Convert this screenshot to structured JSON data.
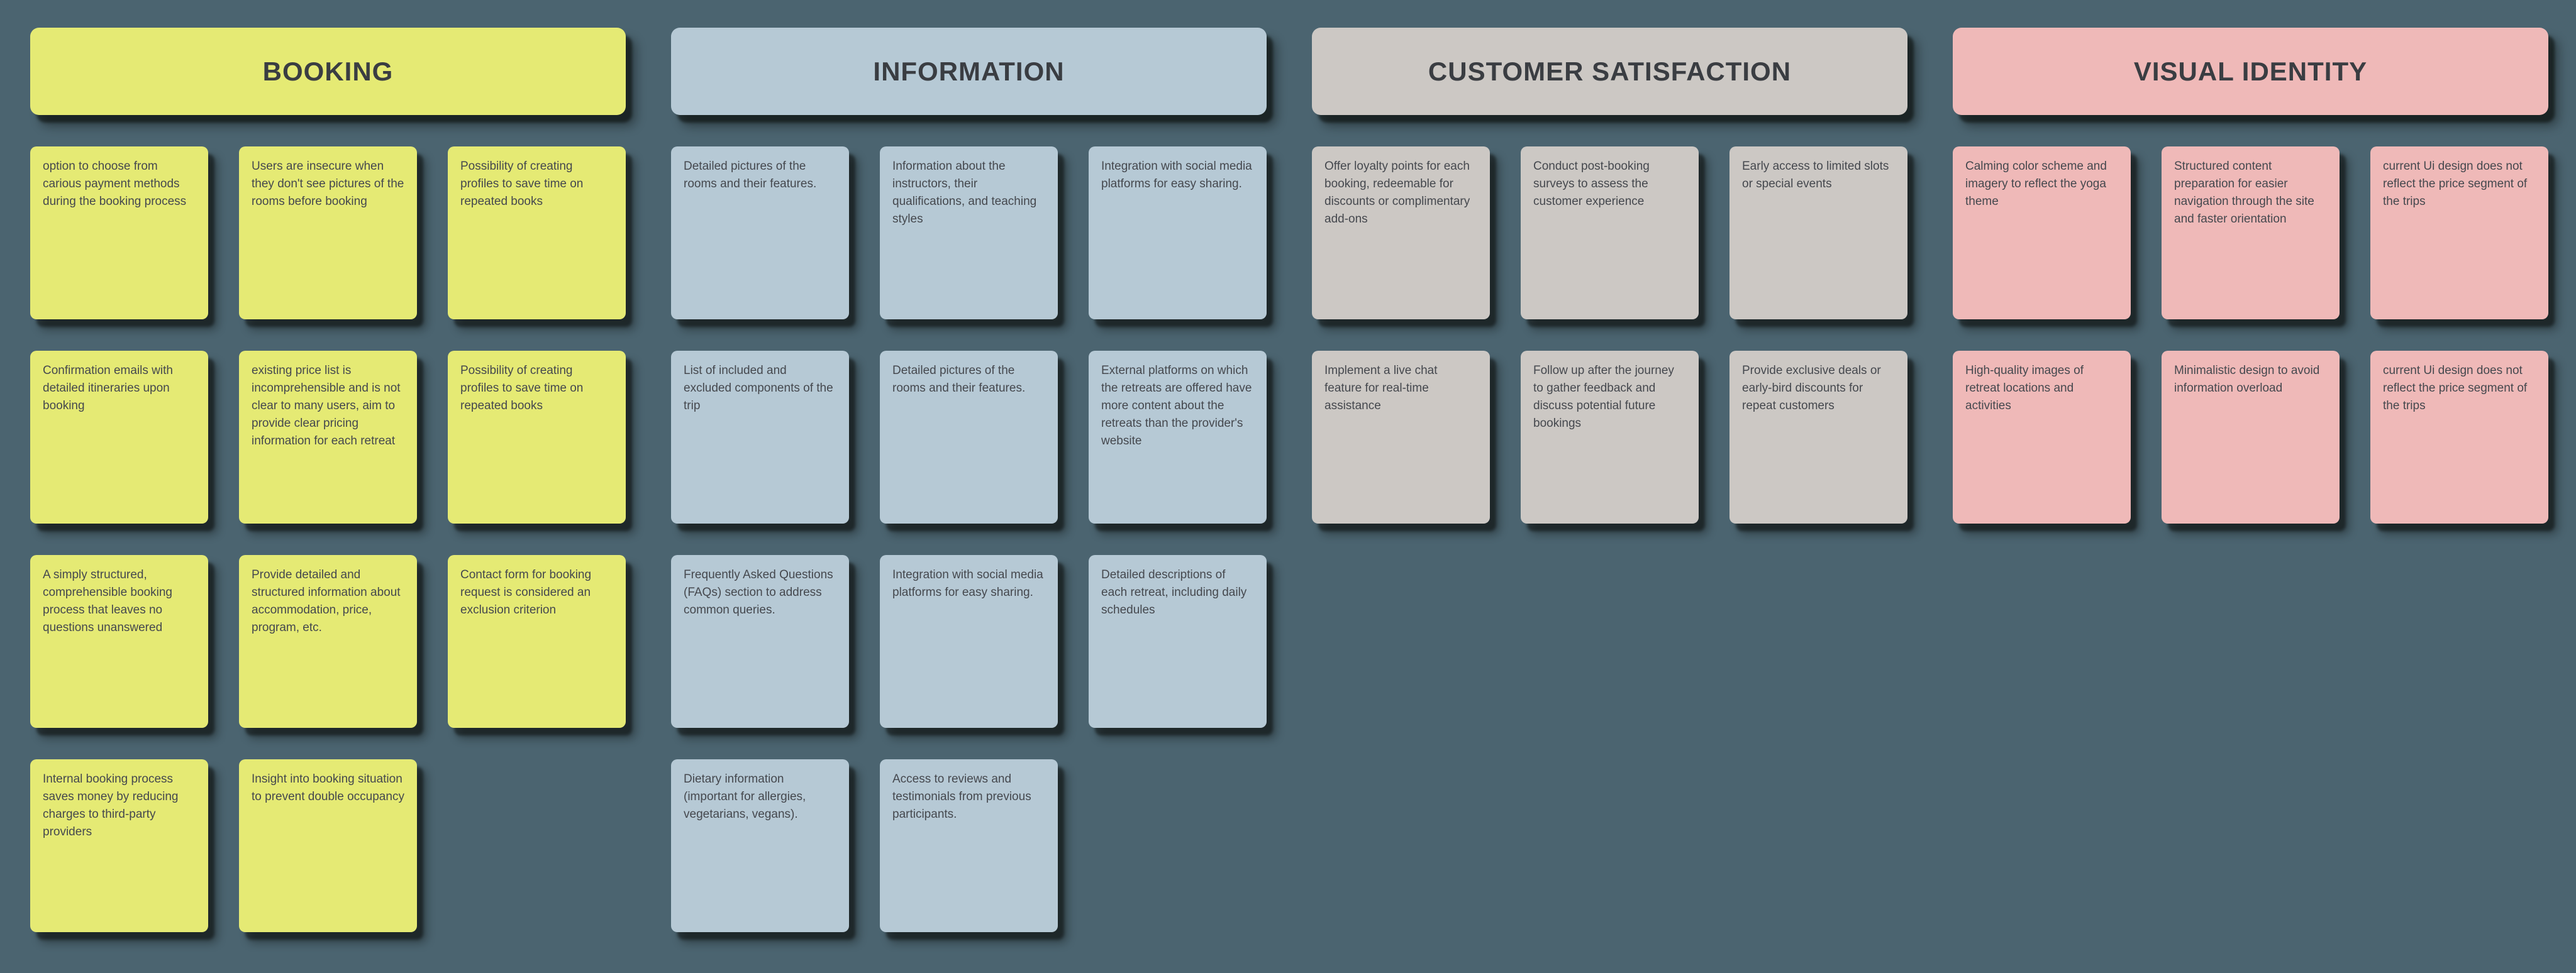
{
  "board": {
    "background_color": "#4b6470",
    "note_text_color": "#45484e",
    "title_text_color": "#3a3d42",
    "groups": [
      {
        "id": "booking",
        "title": "BOOKING",
        "color": "#e5ea74",
        "notes": [
          "option to choose from carious payment methods during the booking process",
          "Users are insecure when they don't see pictures of the rooms before booking",
          "Possibility of creating profiles to save time on repeated books",
          "Confirmation emails with detailed itineraries upon booking",
          "existing price list is incomprehensible and is not clear to many users, aim to provide clear pricing information for each retreat",
          "Possibility of creating profiles to save time on repeated books",
          "A simply structured, comprehensible booking process that leaves no questions unanswered",
          "Provide detailed and structured information about accommodation, price, program, etc.",
          "Contact form for booking request is considered an exclusion criterion",
          "Internal booking process saves money by reducing charges to third-party providers",
          "Insight into booking situation to prevent double occupancy"
        ]
      },
      {
        "id": "information",
        "title": "INFORMATION",
        "color": "#b6c9d5",
        "notes": [
          "Detailed pictures of the rooms and their features.",
          "Information about the instructors, their qualifications, and teaching styles",
          "Integration with social media platforms for easy sharing.",
          "List of included and excluded components of the trip",
          "Detailed pictures of the rooms and their features.",
          "External platforms on which the retreats are offered have more content about the retreats than the provider's website",
          "Frequently Asked Questions (FAQs) section to address common queries.",
          "Integration with social media platforms for easy sharing.",
          "Detailed descriptions of each retreat, including daily schedules",
          "Dietary information (important for allergies, vegetarians, vegans).",
          "Access to reviews and testimonials from previous participants."
        ]
      },
      {
        "id": "customer-satisfaction",
        "title": "CUSTOMER SATISFACTION",
        "color": "#ccc8c4",
        "notes": [
          "Offer loyalty points for each booking, redeemable for discounts or complimentary add-ons",
          "Conduct post-booking surveys to assess the customer experience",
          "Early access to limited slots or special events",
          "Implement a live chat feature for real-time assistance",
          "Follow up after the journey to gather feedback and discuss potential future bookings",
          "Provide exclusive deals or early-bird discounts for repeat customers"
        ]
      },
      {
        "id": "visual-identity",
        "title": "VISUAL IDENTITY",
        "color": "#efb9b8",
        "notes": [
          "Calming color scheme and imagery to reflect the yoga theme",
          "Structured content preparation for easier navigation through the site and faster orientation",
          "current Ui design does not reflect the price segment of the trips",
          "High-quality images of retreat locations and activities",
          "Minimalistic design to avoid information overload",
          "current Ui design does not reflect the price segment of the trips"
        ]
      }
    ]
  }
}
